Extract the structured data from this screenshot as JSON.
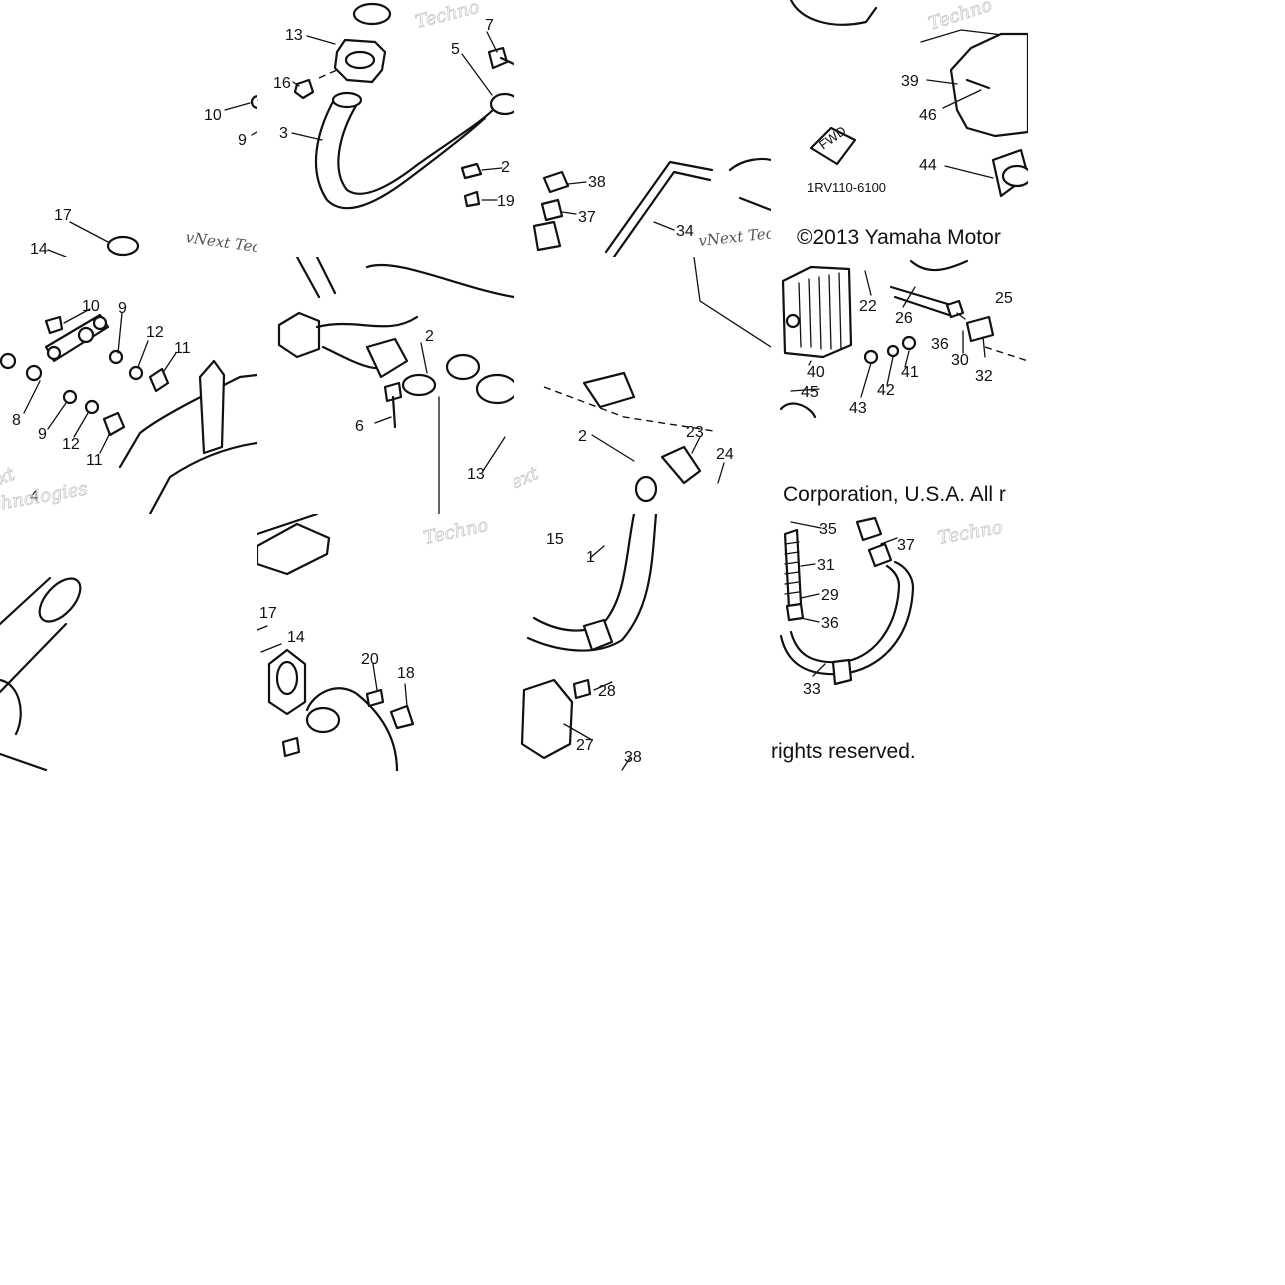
{
  "diagram": {
    "part_code": "1RV110-6100",
    "fwd_label": "FWD",
    "copyright_line1": "©2013 Yamaha Motor",
    "copyright_line2": "Corporation, U.S.A. All r",
    "copyright_line3": "rights reserved.",
    "watermark_a": "vNext Tec",
    "watermark_b": "Techno",
    "watermark_c": "chnologies",
    "watermark_d": "ext",
    "callouts": {
      "t1": [
        "13",
        "7",
        "5",
        "16",
        "10",
        "9",
        "3",
        "2",
        "19"
      ],
      "t2": [
        "38",
        "37",
        "34"
      ],
      "t3": [
        "39",
        "46",
        "44"
      ],
      "t4": [
        "17",
        "14"
      ],
      "t5": [
        "10",
        "9",
        "12",
        "11",
        "8",
        "9",
        "12",
        "11",
        "4"
      ],
      "t6": [
        "2",
        "6",
        "13"
      ],
      "t7": [
        "2",
        "23",
        "24"
      ],
      "t8": [
        "22",
        "26",
        "25",
        "40",
        "36",
        "30",
        "32",
        "43",
        "42",
        "41",
        "45"
      ],
      "t9": [
        "17",
        "14",
        "20",
        "18"
      ],
      "t10": [
        "15",
        "1",
        "28",
        "27",
        "38"
      ],
      "t11": [
        "35",
        "37",
        "31",
        "29",
        "36",
        "33"
      ]
    }
  }
}
